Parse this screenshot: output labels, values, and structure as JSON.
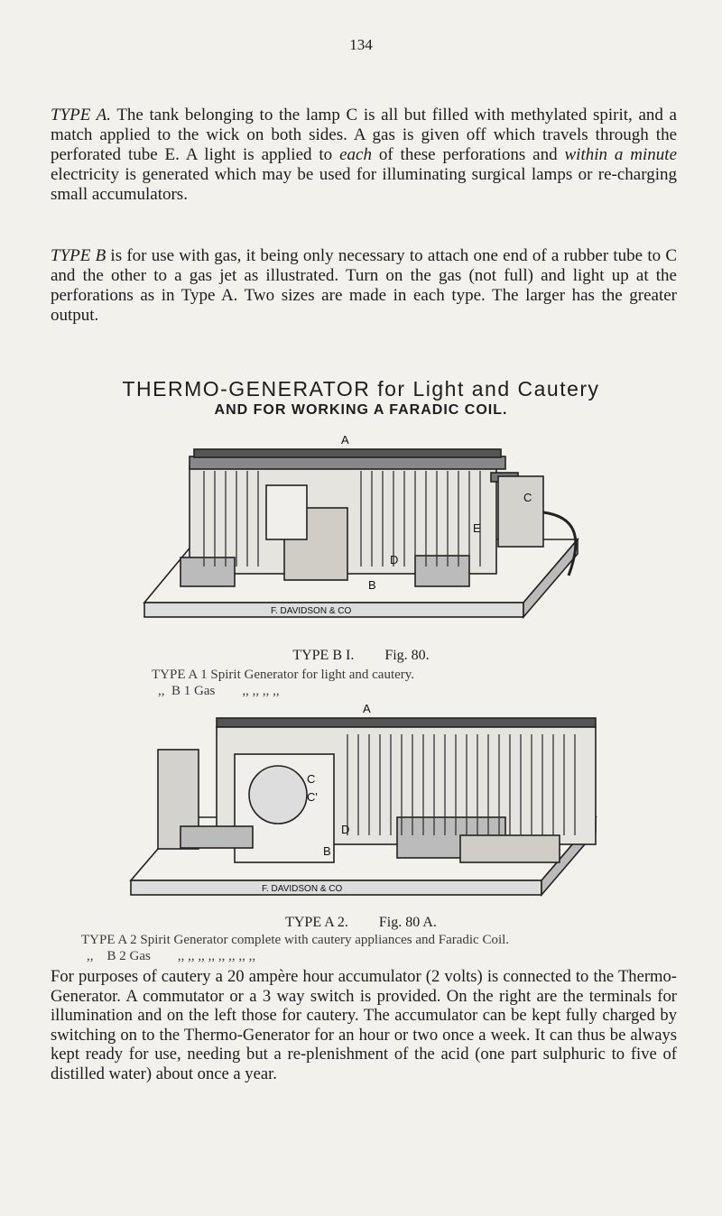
{
  "page_number": "134",
  "para_a": {
    "lead": "TYPE A.",
    "t1": " The tank belonging to the lamp C is all but filled with methylated spirit, and a match applied to the wick on both sides. A gas is given off which travels through the perforated tube E. A light is applied to ",
    "em1": "each",
    "t2": " of these perforations and ",
    "em2": "within a minute",
    "t3": " electricity is generated which may be used for illuminating surgical lamps or re-charging small accumulators."
  },
  "para_b": {
    "lead": "TYPE B",
    "text": " is for use with gas, it being only necessary to attach one end of a rubber tube to C and the other to a gas jet as illustrated. Turn on the gas (not full) and light up at the perforations as in Type A. Two sizes are made in each type. The larger has the greater output."
  },
  "heading_main": "THERMO-GENERATOR for Light and Cautery",
  "heading_sub": "AND FOR WORKING A FARADIC COIL.",
  "figure1": {
    "label_a": "A",
    "labels": [
      "B",
      "D",
      "E",
      "C"
    ],
    "maker": "F. DAVIDSON & CO",
    "caption_type": "TYPE B I.",
    "caption_fig": "Fig. 80.",
    "line1": "TYPE A 1 Spirit Generator for light and cautery.",
    "line2_pre": ",,",
    "line2_main": "B 1 Gas",
    "line2_ditto": ",,     ,,     ,,     ,,"
  },
  "figure2": {
    "label_a": "A",
    "labels": [
      "B",
      "C",
      "C'",
      "D"
    ],
    "maker": "F. DAVIDSON & CO",
    "caption_type": "TYPE A 2.",
    "caption_fig": "Fig. 80 A.",
    "line1": "TYPE A 2 Spirit Generator complete with cautery appliances and Faradic Coil.",
    "line2_pre": ",,",
    "line2_main": "B 2 Gas",
    "line2_ditto": ",,     ,,     ,,     ,,     ,,     ,,     ,,     ,,"
  },
  "para_c": "For purposes of cautery a 20 ampère hour accumulator (2 volts) is connected to the Thermo-Generator. A commutator or a 3 way switch is provided. On the right are the terminals for illumination and on the left those for cautery. The accumulator can be kept fully charged by switching on to the Thermo-Generator for an hour or two once a week. It can thus be always kept ready for use, needing but a re-plenishment of the acid (one part sulphuric to five of distilled water) about once a year.",
  "colors": {
    "ink": "#1d1d1d",
    "paper": "#f3f1ec"
  }
}
